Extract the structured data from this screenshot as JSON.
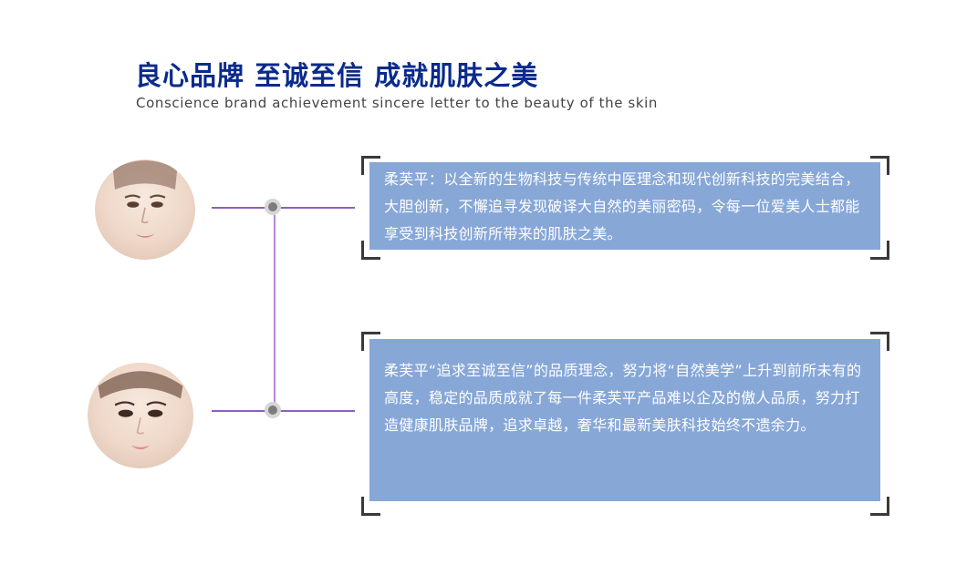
{
  "header": {
    "title": "良心品牌 至诚至信 成就肌肤之美",
    "subtitle": "Conscience brand achievement sincere letter to the beauty of the skin"
  },
  "items": [
    {
      "text": "柔芙平：以全新的生物科技与传统中医理念和现代创新科技的完美结合，大胆创新，不懈追寻发现破译大自然的美丽密码，令每一位爱美人士都能享受到科技创新所带来的肌肤之美。"
    },
    {
      "text": "柔芙平“追求至诚至信”的品质理念，努力将“自然美学”上升到前所未有的高度，稳定的品质成就了每一件柔芙平产品难以企及的傲人品质，努力打造健康肌肤品牌，追求卓越，奢华和最新美肤科技始终不遗余力。"
    }
  ],
  "colors": {
    "title": "#0a2a8c",
    "panel": "#87a7d7",
    "connector": "#8e5fbf"
  }
}
